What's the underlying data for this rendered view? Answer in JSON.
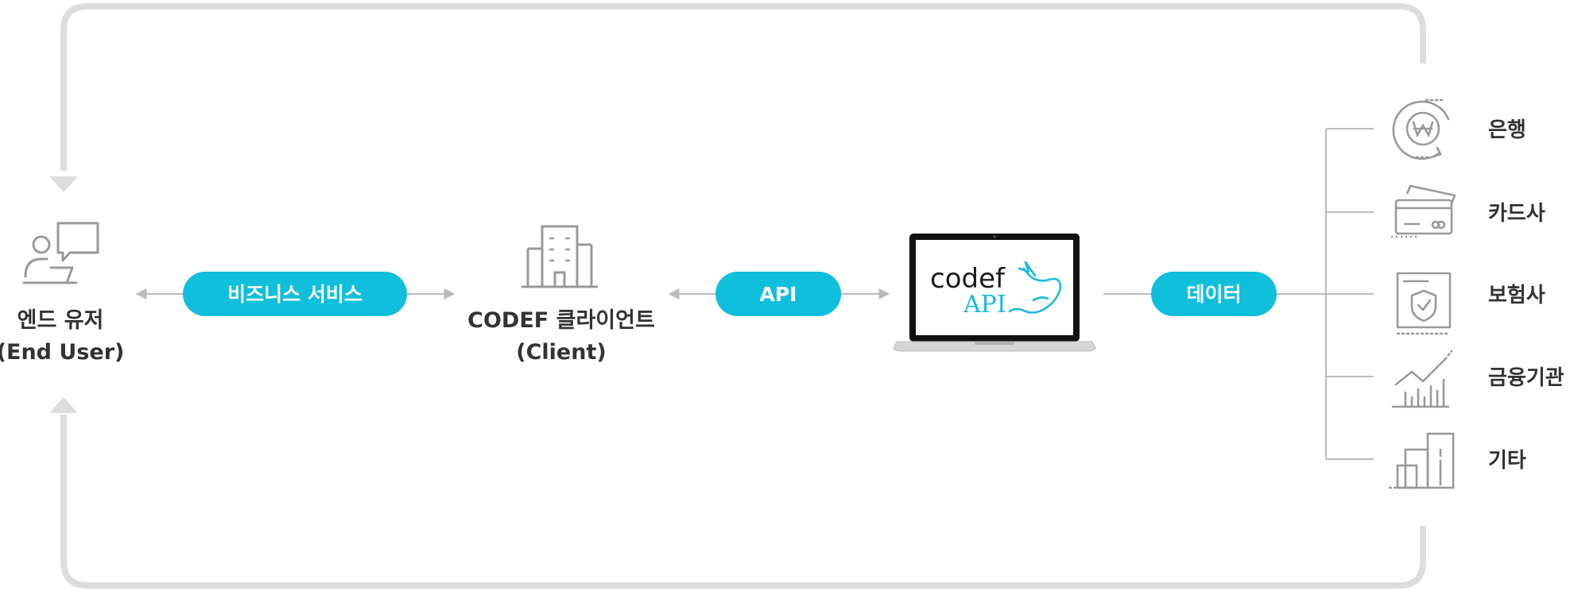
{
  "colors": {
    "accent": "#10bfdb",
    "flow_line": "#dddddd",
    "connector": "#bbbbbb",
    "icon": "#9a9a9a",
    "text": "#333333"
  },
  "end_user": {
    "label_line1": "엔드 유저",
    "label_line2": "(End User)",
    "icon": "user-chat-icon"
  },
  "client": {
    "label_line1": "CODEF 클라이언트",
    "label_line2": "(Client)",
    "icon": "building-icon"
  },
  "links": {
    "business_service": "비즈니스 서비스",
    "api": "API",
    "data": "데이터"
  },
  "codef_logo": {
    "word": "codef",
    "sub": "API",
    "icon": "rhino-icon"
  },
  "categories": [
    {
      "label": "은행",
      "icon": "won-coin-icon"
    },
    {
      "label": "카드사",
      "icon": "credit-card-icon"
    },
    {
      "label": "보험사",
      "icon": "shield-document-icon"
    },
    {
      "label": "금융기관",
      "icon": "growth-chart-icon"
    },
    {
      "label": "기타",
      "icon": "buildings-icon"
    }
  ]
}
